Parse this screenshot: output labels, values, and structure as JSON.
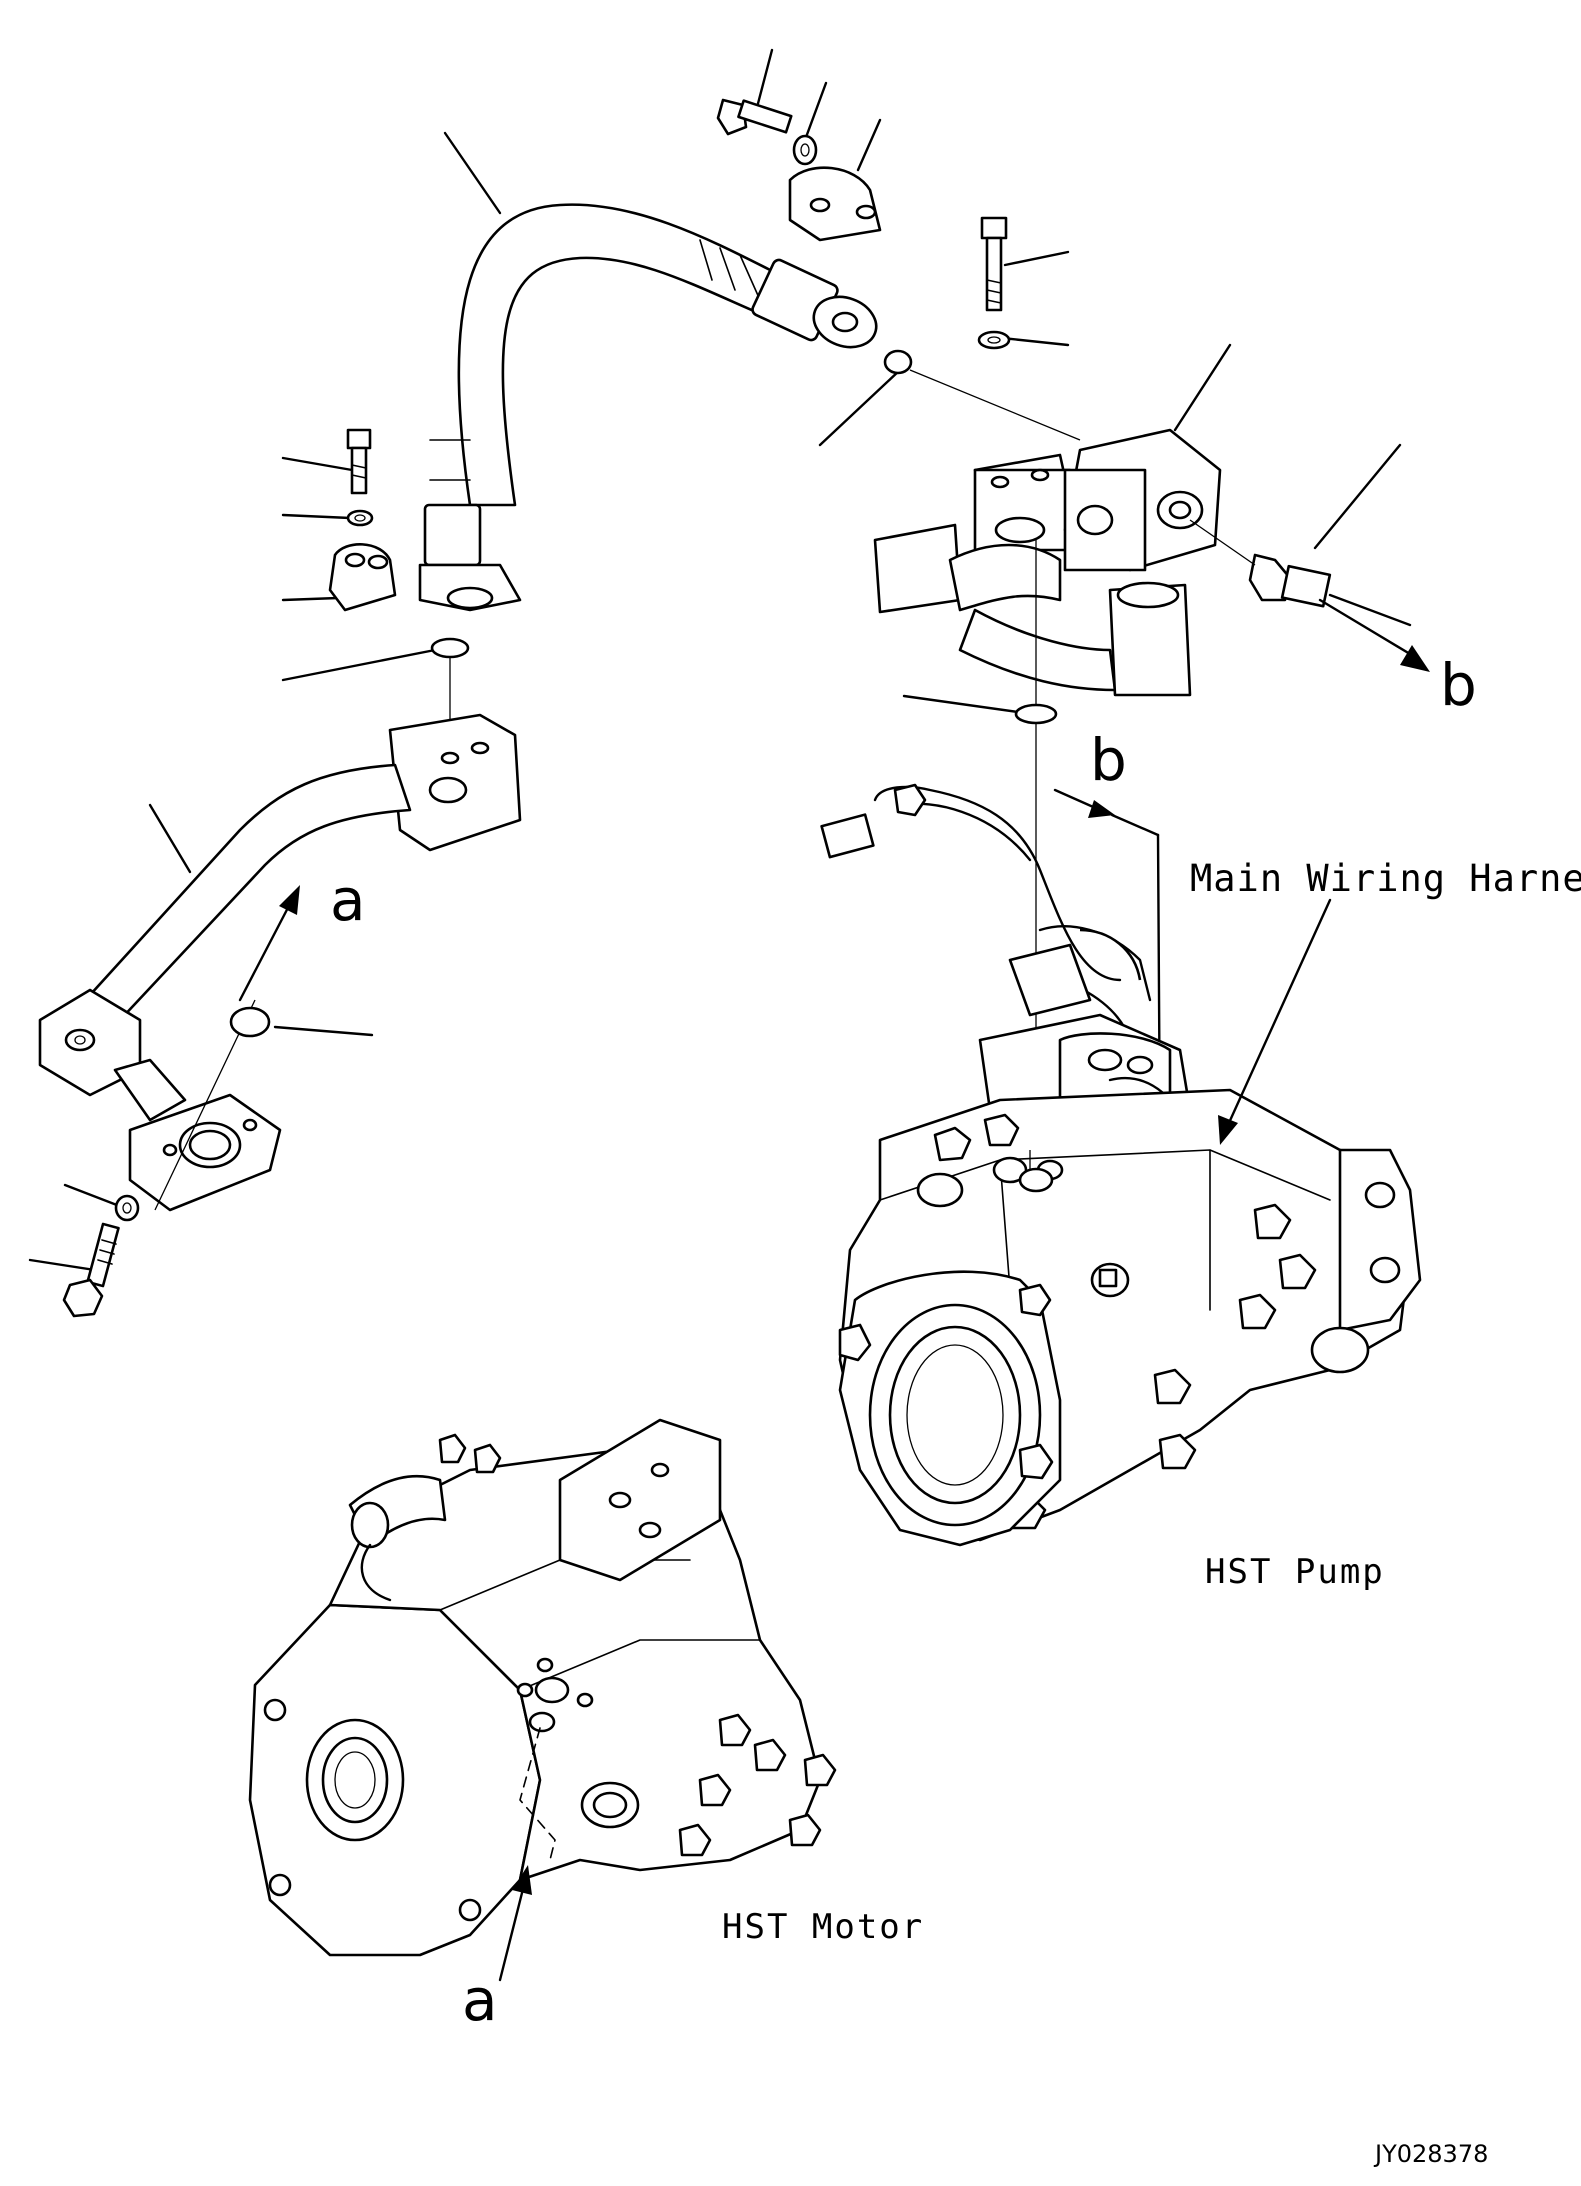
{
  "labels": {
    "main_wiring_harness": "Main Wiring Harness",
    "hst_pump": "HST Pump",
    "hst_motor": "HST Motor",
    "ref_a": "a",
    "ref_b": "b",
    "drawing_number": "JY028378"
  },
  "colors": {
    "ink": "#000000",
    "paper": "#ffffff"
  }
}
